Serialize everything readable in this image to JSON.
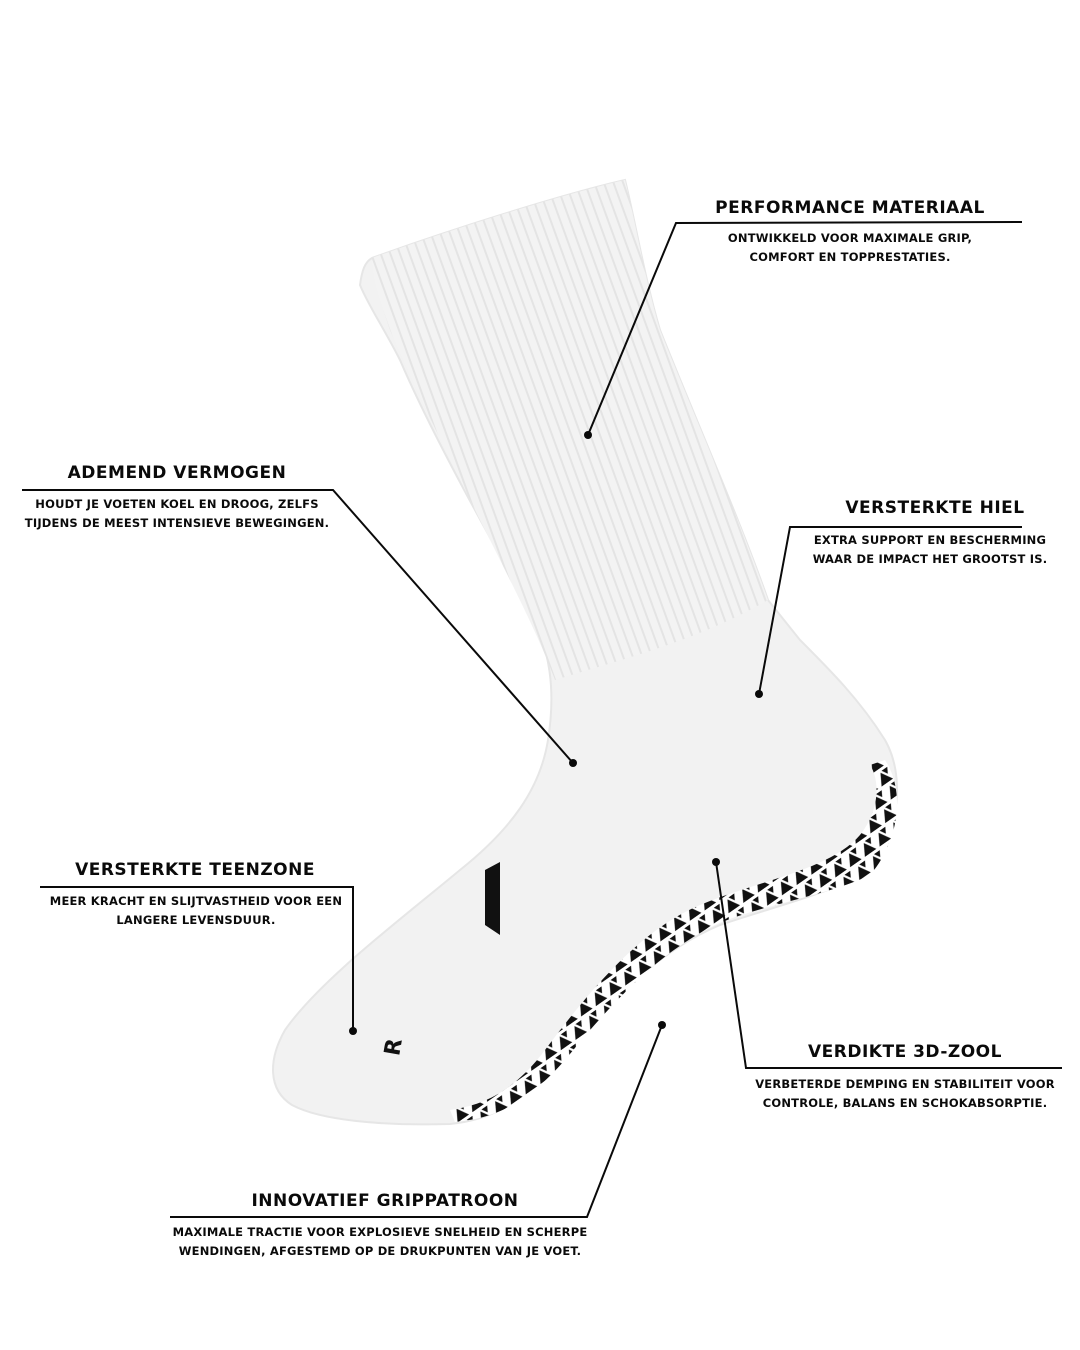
{
  "callouts": {
    "performance": {
      "title": "PERFORMANCE MATERIAAL",
      "line1": "ONTWIKKELD VOOR MAXIMALE GRIP,",
      "line2": "COMFORT EN TOPPRESTATIES."
    },
    "ademend": {
      "title": "ADEMEND VERMOGEN",
      "line1": "HOUDT JE VOETEN KOEL EN DROOG, ZELFS",
      "line2": "TIJDENS DE MEEST INTENSIEVE BEWEGINGEN."
    },
    "hiel": {
      "title": "VERSTERKTE HIEL",
      "line1": "EXTRA SUPPORT EN BESCHERMING",
      "line2": "WAAR DE IMPACT HET GROOTST IS."
    },
    "teenzone": {
      "title": "VERSTERKTE TEENZONE",
      "line1": "MEER KRACHT EN SLIJTVASTHEID VOOR EEN",
      "line2": "LANGERE LEVENSDUUR."
    },
    "zool": {
      "title": "VERDIKTE 3D-ZOOL",
      "line1": "VERBETERDE DEMPING EN STABILITEIT VOOR",
      "line2": "CONTROLE, BALANS EN SCHOKABSORPTIE."
    },
    "grip": {
      "title": "INNOVATIEF GRIPPATROON",
      "line1": "MAXIMALE TRACTIE VOOR EXPLOSIEVE SNELHEID EN SCHERPE",
      "line2": "WENDINGEN, AFGESTEMD OP DE DRUKPUNTEN VAN JE VOET."
    }
  },
  "colors": {
    "ink": "#0a0a0a",
    "sock": "#f2f2f2",
    "grip": "#111111"
  }
}
